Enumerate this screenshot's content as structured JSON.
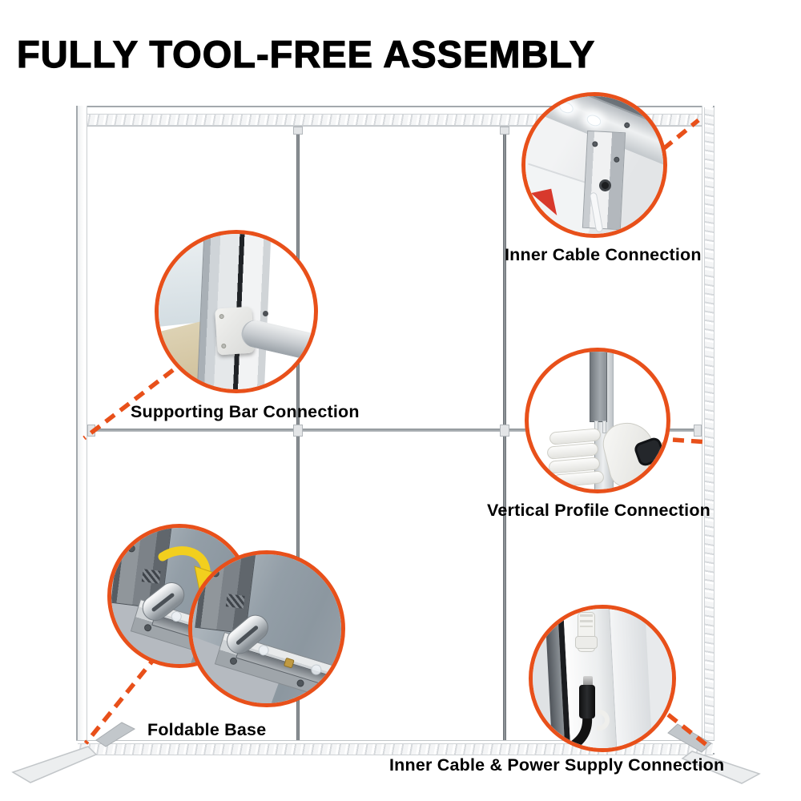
{
  "title": "FULLY TOOL-FREE ASSEMBLY",
  "callouts": {
    "inner_cable": {
      "label": "Inner Cable Connection"
    },
    "supporting_bar": {
      "label": "Supporting Bar Connection"
    },
    "vertical_profile": {
      "label": "Vertical Profile Connection"
    },
    "foldable_base": {
      "label": "Foldable Base"
    },
    "power_supply": {
      "label": "Inner Cable & Power Supply Connection"
    }
  },
  "icons": {
    "fold_arrow": "curved-arrow-down-right"
  },
  "colors": {
    "accent_orange": "#E8501A",
    "title_text": "#000000",
    "background": "#FFFFFF",
    "frame_divider": "#6E7479",
    "floor_gray": "#95A0A9",
    "arrow_yellow": "#F2CF1E"
  }
}
